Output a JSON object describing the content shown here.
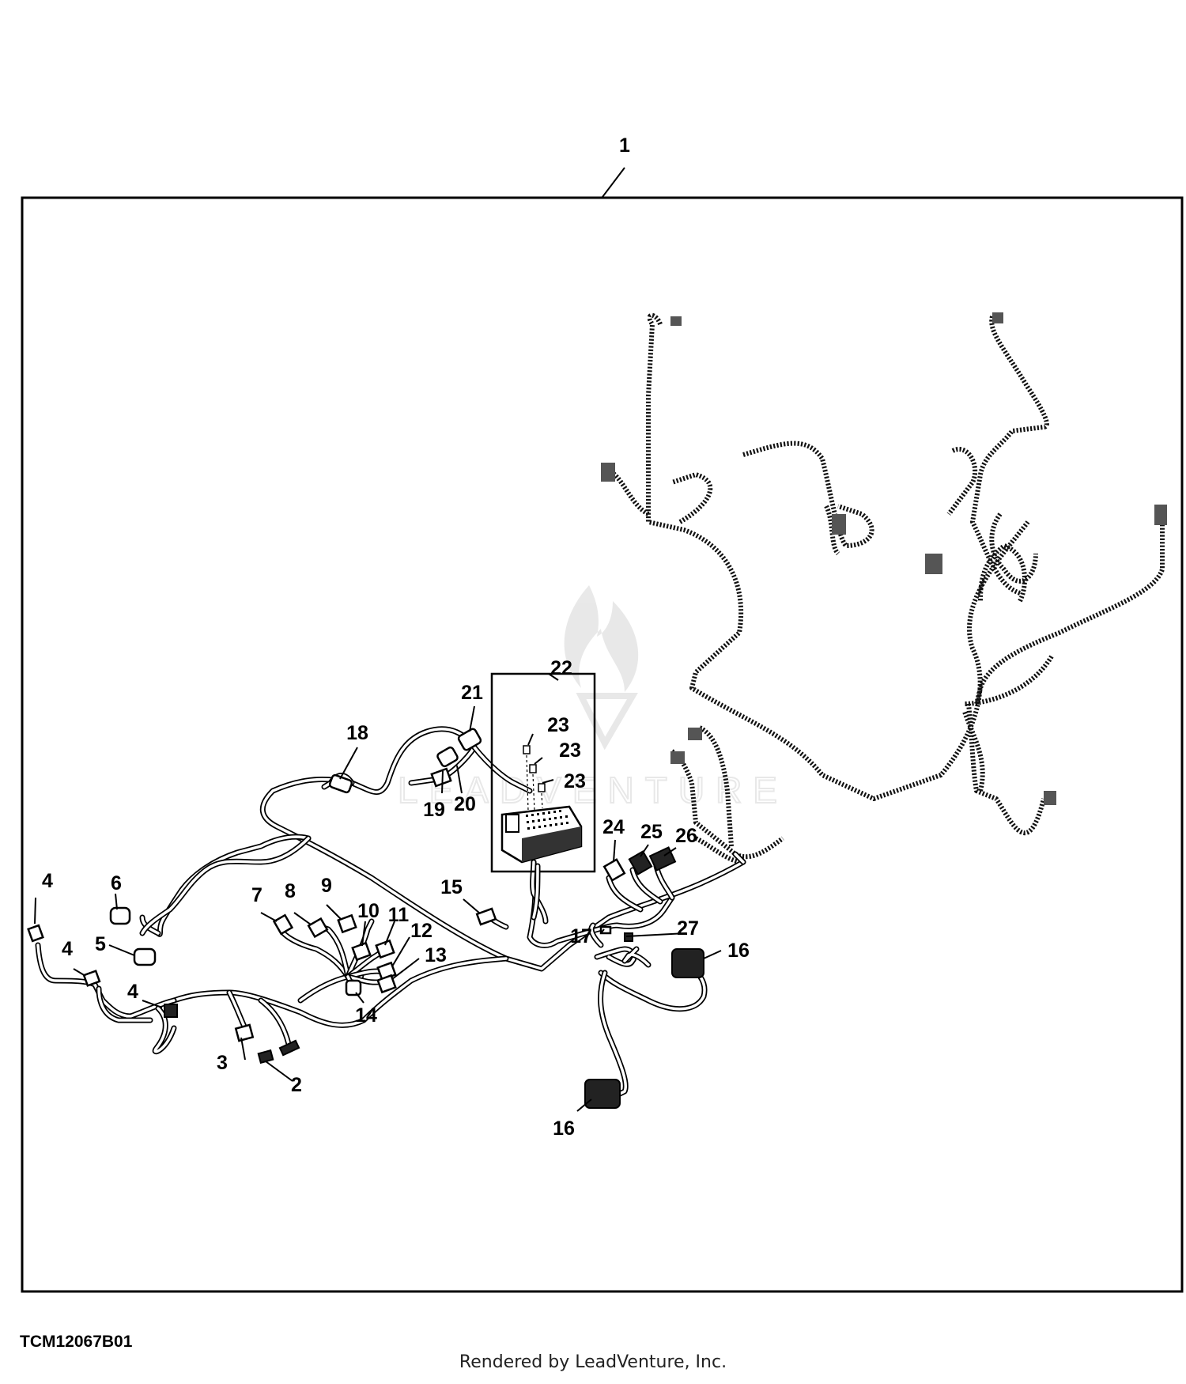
{
  "figure_id": "TCM12067B01",
  "footer": "Rendered by LeadVenture, Inc.",
  "watermark": "LEADVENTURE",
  "callouts": {
    "c1": "1",
    "c2": "2",
    "c3": "3",
    "c4a": "4",
    "c4b": "4",
    "c4c": "4",
    "c5": "5",
    "c6": "6",
    "c7": "7",
    "c8": "8",
    "c9": "9",
    "c10": "10",
    "c11": "11",
    "c12": "12",
    "c13": "13",
    "c14": "14",
    "c15": "15",
    "c16a": "16",
    "c16b": "16",
    "c17": "17",
    "c18": "18",
    "c19": "19",
    "c20": "20",
    "c21": "21",
    "c22": "22",
    "c23a": "23",
    "c23b": "23",
    "c23c": "23",
    "c24": "24",
    "c25": "25",
    "c26": "26",
    "c27": "27"
  },
  "icons": [
    "flame-logo-watermark-icon",
    "connector-icon",
    "fuse-relay-box-icon"
  ]
}
